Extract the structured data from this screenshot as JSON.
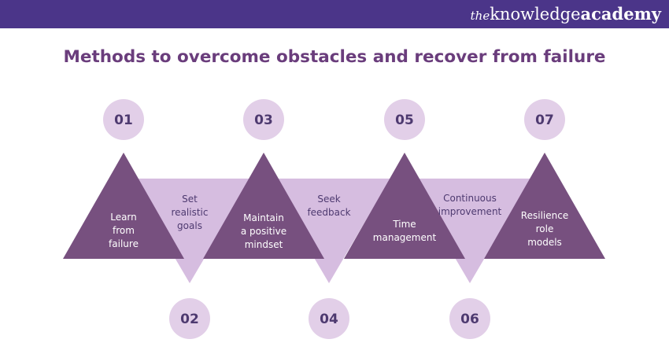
{
  "brand": {
    "prefix": "the",
    "knowledge": "knowledge",
    "academy": "academy"
  },
  "title": "Methods to overcome obstacles and recover from failure",
  "colors": {
    "header_bg": "#4b3589",
    "title": "#6a3d7c",
    "dark_triangle": "#77507f",
    "light_triangle": "#d6bde0",
    "circle": "#e2cfe8",
    "number_text": "#4e3a70"
  },
  "steps": [
    {
      "number": "01",
      "lines": [
        "Learn",
        "from",
        "failure"
      ]
    },
    {
      "number": "02",
      "lines": [
        "Set",
        "realistic",
        "goals"
      ]
    },
    {
      "number": "03",
      "lines": [
        "Maintain",
        "a positive",
        "mindset"
      ]
    },
    {
      "number": "04",
      "lines": [
        "Seek",
        "feedback"
      ]
    },
    {
      "number": "05",
      "lines": [
        "Time",
        "management"
      ]
    },
    {
      "number": "06",
      "lines": [
        "Continuous",
        "improvement"
      ]
    },
    {
      "number": "07",
      "lines": [
        "Resilience",
        "role",
        "models"
      ]
    }
  ]
}
